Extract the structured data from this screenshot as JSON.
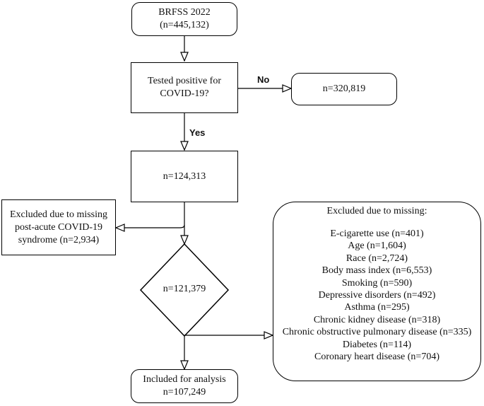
{
  "nodes": {
    "brfss": {
      "lines": [
        "BRFSS 2022",
        "(n=445,132)"
      ]
    },
    "covid_question": {
      "lines": [
        "Tested positive for",
        "COVID-19?"
      ]
    },
    "negative": {
      "lines": [
        "n=320,819"
      ]
    },
    "positive": {
      "lines": [
        "n=124,313"
      ]
    },
    "excluded_pacs": {
      "lines": [
        "Excluded due to missing",
        "post-acute COVID-19",
        "syndrome (n=2,934)"
      ]
    },
    "decision": {
      "text": "n=121,379"
    },
    "missing": {
      "heading": "Excluded due to missing:",
      "items": [
        "E-cigarette use (n=401)",
        "Age (n=1,604)",
        "Race (n=2,724)",
        "Body mass index (n=6,553)",
        "Smoking (n=590)",
        "Depressive disorders (n=492)",
        "Asthma (n=295)",
        "Chronic kidney disease (n=318)",
        "Chronic obstructive pulmonary disease (n=335)",
        "Diabetes (n=114)",
        "Coronary heart disease (n=704)"
      ]
    },
    "included": {
      "lines": [
        "Included for analysis",
        "n=107,249"
      ]
    }
  },
  "edges": {
    "no_label": "No",
    "yes_label": "Yes"
  },
  "colors": {
    "stroke": "#000000",
    "background": "#ffffff"
  }
}
